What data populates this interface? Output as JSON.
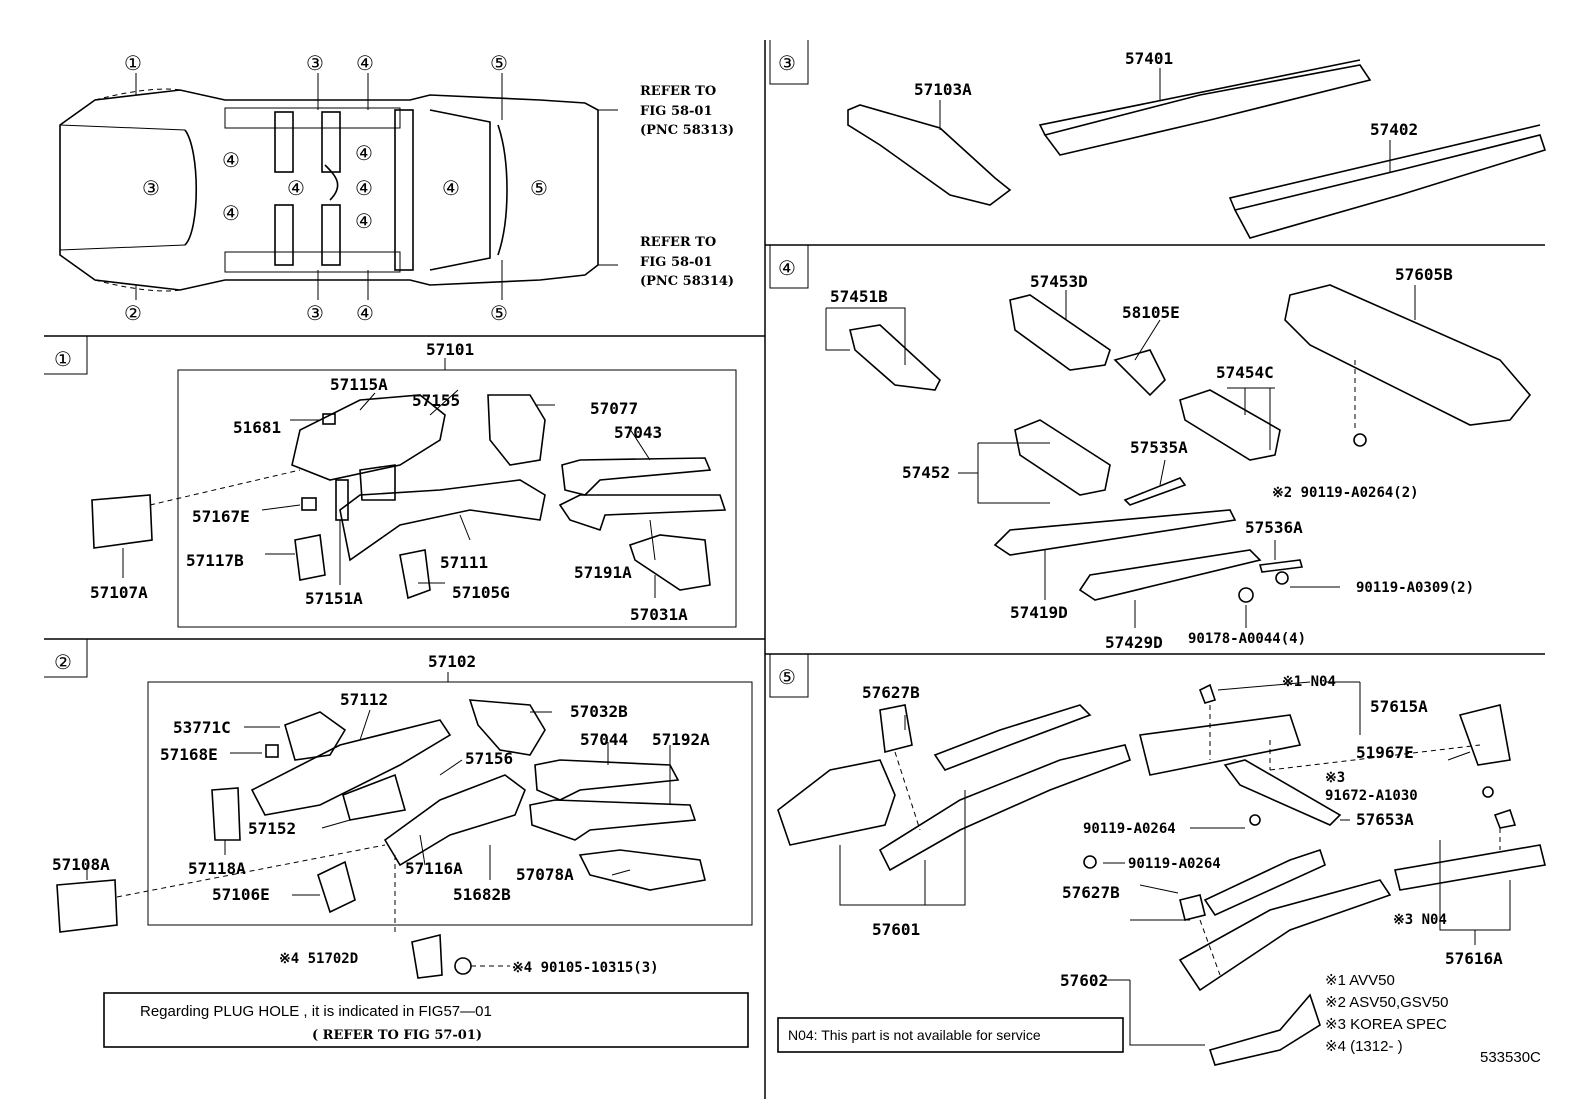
{
  "overview": {
    "circles_top": [
      "①",
      "③",
      "④",
      "⑤"
    ],
    "circles_bottom": [
      "②",
      "③",
      "④",
      "⑤"
    ],
    "circles_mid": [
      "③",
      "④",
      "④",
      "④",
      "④",
      "④",
      "④",
      "④",
      "⑤"
    ],
    "ref_top": [
      "REFER TO",
      "FIG 58-01",
      "(PNC 58313)"
    ],
    "ref_bottom": [
      "REFER TO",
      "FIG 58-01",
      "(PNC 58314)"
    ]
  },
  "section1": {
    "tag": "①",
    "labels": [
      "57101",
      "57115A",
      "57155",
      "57077",
      "51681",
      "57043",
      "57167E",
      "57117B",
      "57111",
      "57191A",
      "57151A",
      "57105G",
      "57031A",
      "57107A"
    ]
  },
  "section2": {
    "tag": "②",
    "labels": [
      "57102",
      "57112",
      "57032B",
      "53771C",
      "57044",
      "57192A",
      "57168E",
      "57156",
      "57152",
      "57118A",
      "57116A",
      "57078A",
      "57106E",
      "51682B",
      "57108A"
    ],
    "bolt1": "※4 51702D",
    "bolt2": "※4 90105-10315(3)",
    "note_line1": "Regarding   PLUG  HOLE  , it is  indicated   in  FIG57—01",
    "note_line2": "( REFER TO FIG 57-01)"
  },
  "section3": {
    "tag": "③",
    "labels": [
      "57401",
      "57103A",
      "57402"
    ]
  },
  "section4": {
    "tag": "④",
    "labels": [
      "57451B",
      "57453D",
      "57605B",
      "58105E",
      "57454C",
      "57452",
      "57535A",
      "57536A",
      "57419D",
      "57429D"
    ],
    "bolts": [
      "※2 90119-A0264(2)",
      "90119-A0309(2)",
      "90178-A0044(4)"
    ]
  },
  "section5": {
    "tag": "⑤",
    "labels": [
      "57627B",
      "57615A",
      "51967E",
      "57653A",
      "57601",
      "57627B",
      "57602",
      "57616A"
    ],
    "bolts": [
      "※1 N04",
      "※3",
      "91672-A1030",
      "90119-A0264",
      "90119-A0264",
      "※3 N04"
    ],
    "legend": [
      "※1 AVV50",
      "※2 ASV50,GSV50",
      "※3 KOREA SPEC",
      "※4 (1312-      )"
    ],
    "n04_note": "N04: This part is not available for service"
  },
  "figure_id": "533530C"
}
